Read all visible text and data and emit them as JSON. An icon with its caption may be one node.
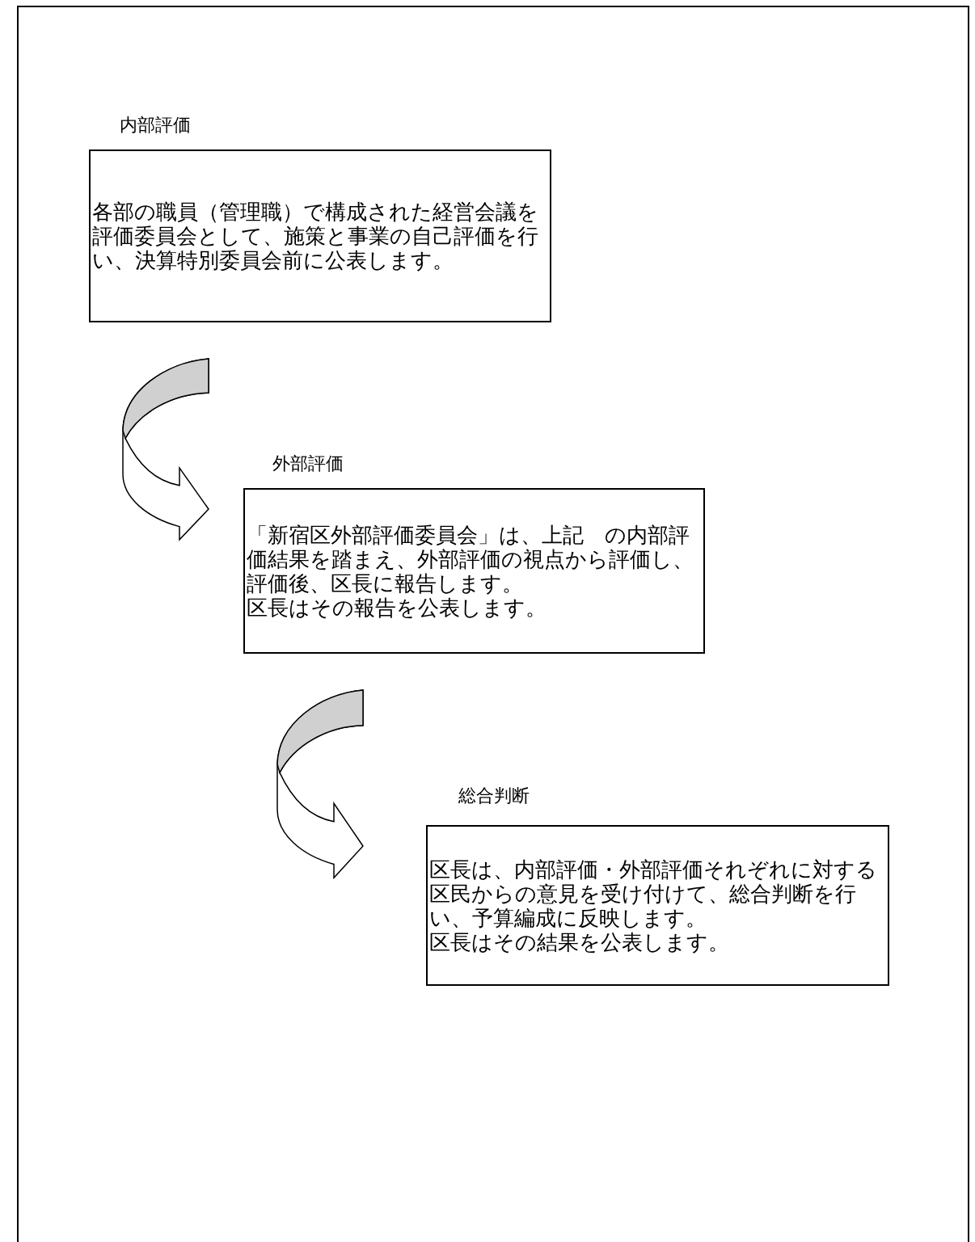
{
  "diagram": {
    "nodes": [
      {
        "text": [
          "内部評価",
          "各部の職員（管理職）で構成された経営会議を評価委員会として、施策と事業の自己評価を行い、決算特別委員会前に公表します。"
        ]
      },
      {
        "text": [
          "外部評価",
          "「新宿区外部評価委員会」は、上記　の内部評価結果を踏まえ、外部評価の視点から評価し、評価後、区長に報告します。",
          "区長はその報告を公表します。"
        ]
      },
      {
        "text": [
          "総合判断",
          "区長は、内部評価・外部評価それぞれに対する区民からの意見を受け付けて、総合判断を行い、予算編成に反映します。",
          "区長はその結果を公表します。"
        ]
      }
    ],
    "edges": [
      {
        "from": 0,
        "to": 1,
        "arrow": "to"
      },
      {
        "from": 1,
        "to": 2,
        "arrow": "to"
      }
    ]
  }
}
